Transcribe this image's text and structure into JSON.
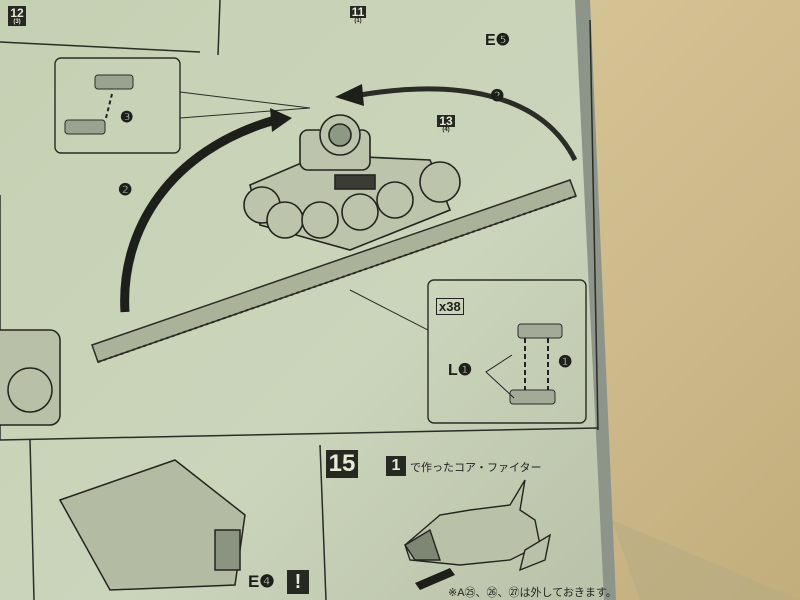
{
  "manual": {
    "step_12": {
      "number": "12",
      "sub": "(3)"
    },
    "step_11_ref": {
      "number": "11",
      "sub": "(1)"
    },
    "part_e5": "E❺",
    "step_13_ref": {
      "number": "13",
      "sub": "(4)"
    },
    "arrow_step_2a": "❷",
    "arrow_step_2b": "❷",
    "inset_step_3": "❸",
    "multiplier": "x38",
    "part_l1": "L❶",
    "inset_step_1": "❶",
    "part_e4": "E❹",
    "warning_mark": "!",
    "step_15": {
      "number": "15"
    },
    "step_15_ref": "1",
    "step_15_caption": "で作ったコア・ファイター",
    "step_15_note": "※A㉕、㉖、㉗は外しておきます。"
  },
  "colors": {
    "paper": "#c9d3b8",
    "ink": "#1f211c",
    "desk": "#dccb9c"
  }
}
